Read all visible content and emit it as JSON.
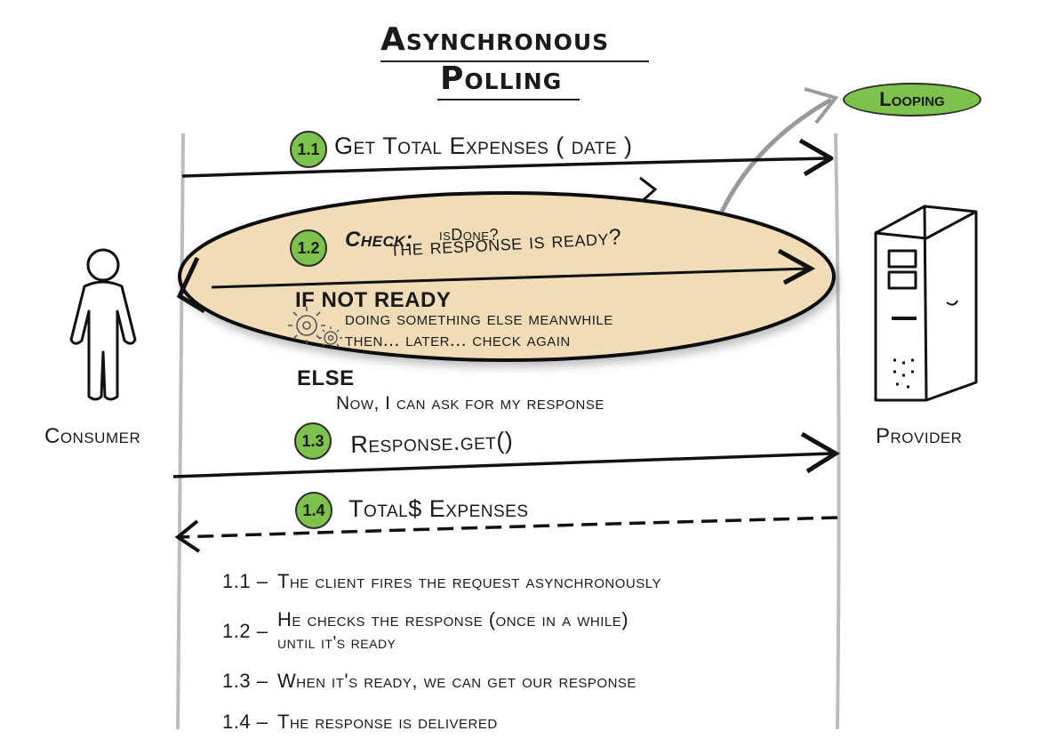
{
  "title": {
    "line1": "Asynchronous",
    "line2": "Polling"
  },
  "looping_badge": "Looping",
  "actors": {
    "consumer": "Consumer",
    "provider": "Provider"
  },
  "messages": [
    {
      "num": "1.1",
      "text": "Get Total Expenses ( date )"
    },
    {
      "num": "1.2",
      "check_label": "Check:",
      "check_sub": "isDone?",
      "check_question": "the response is ready?"
    },
    {
      "num": "1.3",
      "text": "Response.get()"
    },
    {
      "num": "1.4",
      "text": "Total$ Expenses"
    }
  ],
  "polling": {
    "if_not_ready": "IF NOT READY",
    "meanwhile": "doing something else meanwhile",
    "later": "then... later... check again",
    "else_label": "ELSE",
    "now": "Now, I can ask for my response"
  },
  "legend": [
    {
      "num": "1.1 –",
      "text": "The client fires the request asynchronously"
    },
    {
      "num": "1.2 –",
      "text": "He checks the response (once in a while)",
      "text2": "until it's ready"
    },
    {
      "num": "1.3 –",
      "text": "When it's ready,  we can get our response"
    },
    {
      "num": "1.4 –",
      "text": "The response is delivered"
    }
  ],
  "colors": {
    "accent_green": "#7dc24a",
    "ellipse_fill": "#f1dcb8",
    "ink": "#1a1a1a",
    "lifeline": "#bdbdbd"
  }
}
